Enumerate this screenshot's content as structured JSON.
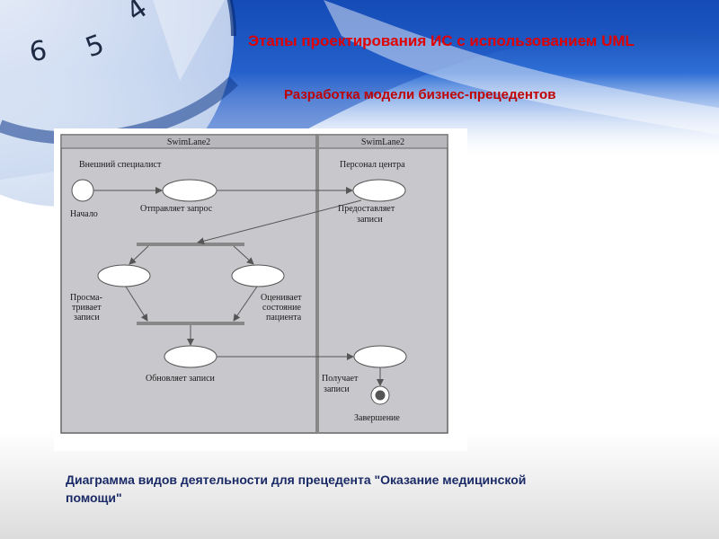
{
  "slide": {
    "title": "Этапы проектирования ИС с  использованием UML",
    "subtitle": "Разработка модели бизнес-прецедентов",
    "caption": "Диаграмма видов деятельности для прецедента \"Оказание медицинской помощи\""
  },
  "background": {
    "clock_digits": [
      "6",
      "5",
      "4"
    ],
    "colors": {
      "deep_blue": "#0b3fa6",
      "mid_blue": "#2f6fd6",
      "pale_blue": "#dce8f8",
      "floor_gray": "#e4e4e4"
    }
  },
  "diagram": {
    "lanes": [
      {
        "title": "SwimLane2",
        "role": "Внешний специалист"
      },
      {
        "title": "SwimLane2",
        "role": "Персонал центра"
      }
    ],
    "nodes": {
      "start": "Начало",
      "send_request": "Отправляет запрос",
      "provide_records_1": "Предоставляет",
      "provide_records_2": "записи",
      "view_records_1": "Просма-",
      "view_records_2": "тривает",
      "view_records_3": "записи",
      "assess_1": "Оценивает",
      "assess_2": "состояние",
      "assess_3": "пациента",
      "update_records": "Обновляет записи",
      "receive_records_1": "Получает",
      "receive_records_2": "записи",
      "end": "Завершение"
    },
    "colors": {
      "lane_fill": "#c8c8cc",
      "line": "#555555",
      "node_fill": "#ffffff"
    }
  }
}
